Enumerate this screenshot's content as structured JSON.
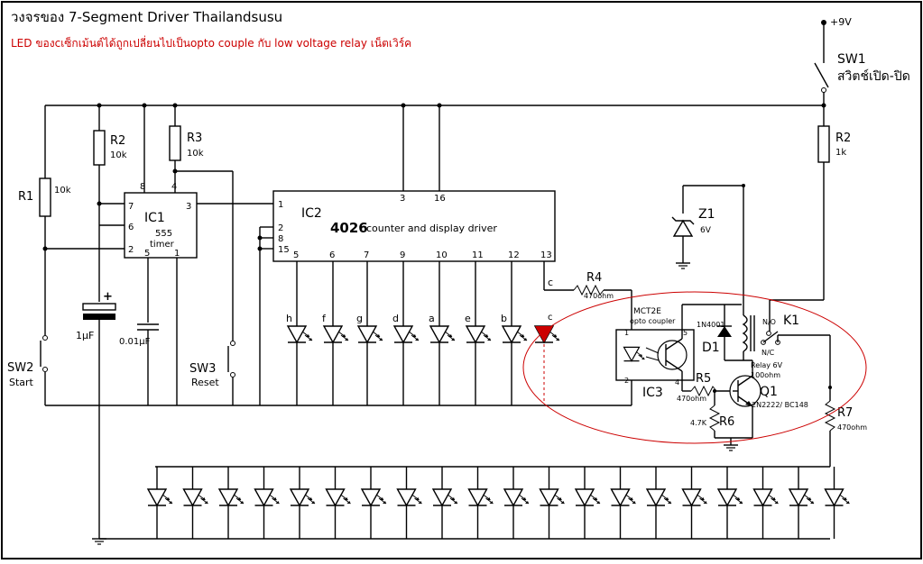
{
  "title": "วงจรของ 7-Segment Driver Thailandsusu",
  "subtitle": "LED ของcเซ็กเม้นต์ได้ถูกเปลี่ยนไปเป็นopto couple กับ low voltage relay เน็ตเวิร์ค",
  "colors": {
    "accent_red": "#cc0000",
    "wire": "#000000"
  },
  "supply": "+9V",
  "sw1": {
    "name": "SW1",
    "label": "สวิตช์เปิด-ปิด"
  },
  "sw2": {
    "name": "SW2",
    "label": "Start"
  },
  "sw3": {
    "name": "SW3",
    "label": "Reset"
  },
  "r1": {
    "name": "R1",
    "value": "10k"
  },
  "r2": {
    "name": "R2",
    "value": "10k"
  },
  "r3": {
    "name": "R3",
    "value": "10k"
  },
  "r2b": {
    "name": "R2",
    "value": "1k"
  },
  "r4": {
    "name": "R4",
    "value": "470ohm"
  },
  "r5": {
    "name": "R5",
    "value": "470ohm"
  },
  "r6": {
    "name": "R6",
    "value": "4.7K"
  },
  "r7": {
    "name": "R7",
    "value": "470ohm"
  },
  "c1": {
    "value": "1µF"
  },
  "c2": {
    "value": "0.01µF"
  },
  "ic1": {
    "name": "IC1",
    "line1": "555",
    "line2": "timer",
    "pins": [
      "7",
      "6",
      "2",
      "8",
      "4",
      "3",
      "5",
      "1"
    ]
  },
  "ic2": {
    "name": "IC2",
    "part": "4026",
    "desc": "counter and display driver",
    "pins_left": [
      "1",
      "2",
      "8",
      "15"
    ],
    "pins_top": [
      "3",
      "16"
    ],
    "pins_bottom": [
      "5",
      "6",
      "7",
      "9",
      "10",
      "11",
      "12",
      "13"
    ]
  },
  "segments": [
    "h",
    "f",
    "g",
    "d",
    "a",
    "e",
    "b",
    "c"
  ],
  "seg_c_wire": "c",
  "z1": {
    "name": "Z1",
    "value": "6V"
  },
  "d1": {
    "name": "D1",
    "part": "1N4001"
  },
  "ic3": {
    "name": "IC3",
    "part": "MCT2E",
    "desc": "opto coupler",
    "pins": [
      "1",
      "5",
      "2",
      "4"
    ]
  },
  "k1": {
    "name": "K1",
    "no": "N/O",
    "nc": "N/C",
    "desc": "Relay 6V",
    "coil": "100ohm"
  },
  "q1": {
    "name": "Q1",
    "part": "2N2222/ BC148"
  }
}
